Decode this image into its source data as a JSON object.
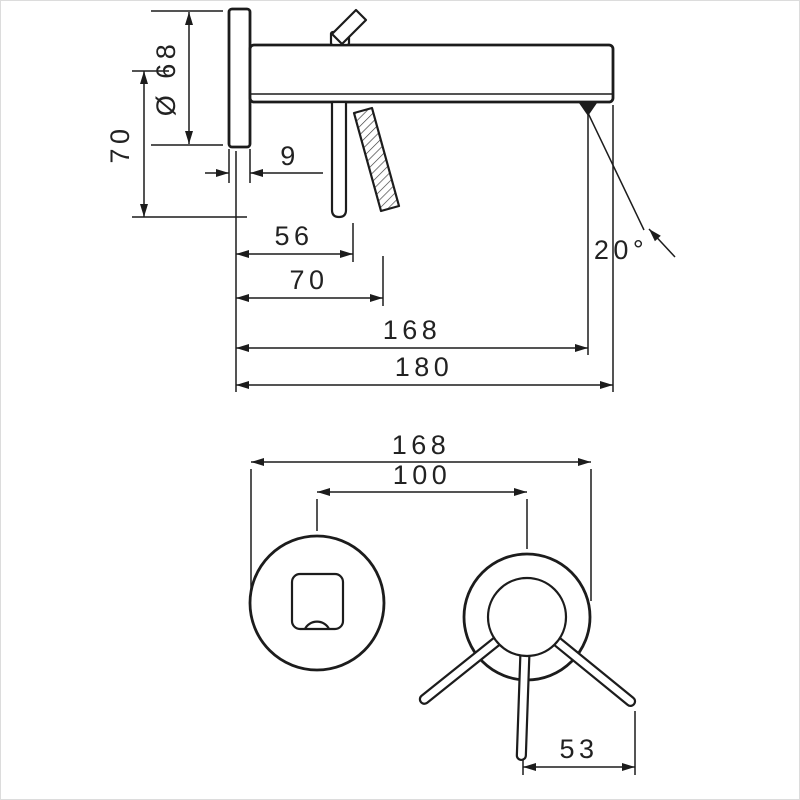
{
  "colors": {
    "line": "#1c1c1c",
    "text": "#222222",
    "background": "#ffffff"
  },
  "side_view": {
    "labels": {
      "escutcheon_diameter": "Ø 68",
      "drop_height": "70",
      "escutcheon_depth": "9",
      "handle_distance": "56",
      "handle_reach": "70",
      "aerator_distance": "168",
      "spout_reach": "180",
      "spray_angle": "20°"
    }
  },
  "front_view": {
    "labels": {
      "overall_width": "168",
      "hole_distance": "100",
      "lever_offset": "53"
    }
  }
}
